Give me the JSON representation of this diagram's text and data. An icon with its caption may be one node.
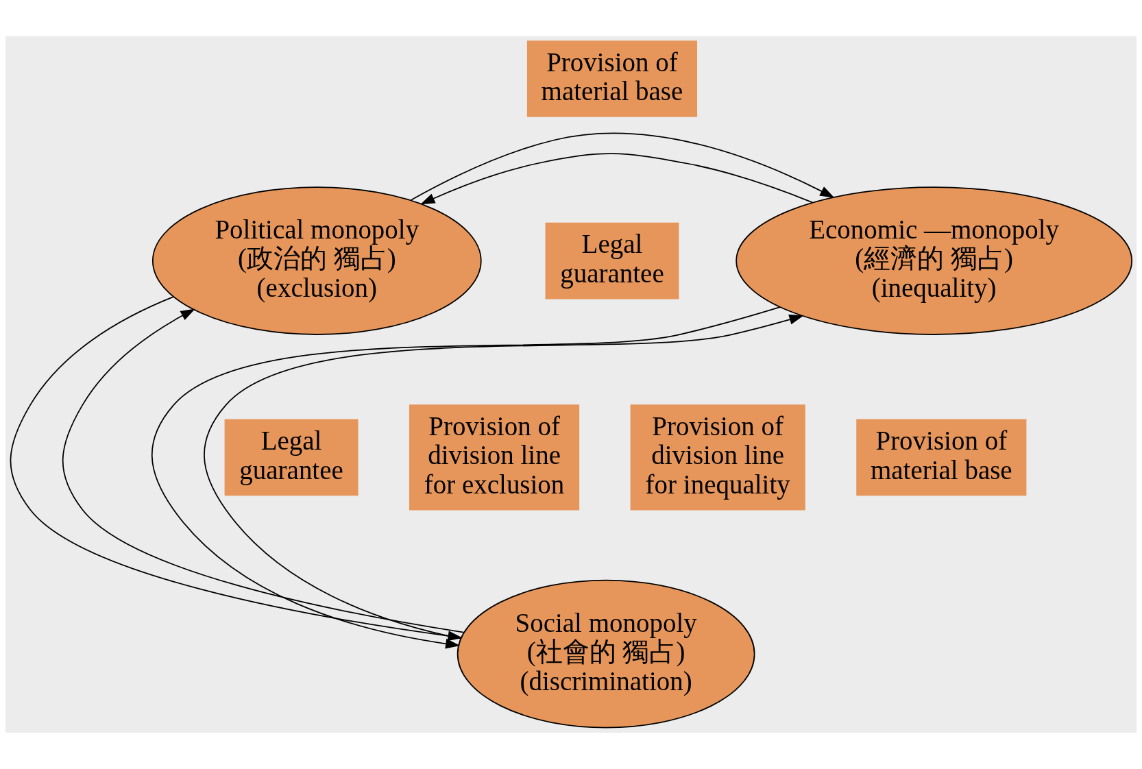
{
  "diagram": {
    "nodes": [
      {
        "text": [
          "Provision of material base"
        ]
      },
      {
        "text": [
          "Political monopoly",
          "(政治的 獨占)",
          "(exclusion)"
        ]
      },
      {
        "text": [
          "Economic —monopoly",
          "(經濟的 獨占)",
          "(inequality)"
        ]
      },
      {
        "text": [
          "Legal guarantee"
        ]
      },
      {
        "text": [
          "Provision of division line for exclusion"
        ]
      },
      {
        "text": [
          "Provision of division line for inequality"
        ]
      },
      {
        "text": [
          "Legal guarantee"
        ]
      },
      {
        "text": [
          "Provision of material base"
        ]
      },
      {
        "text": [
          "Social monopoly",
          "(社會的 獨占)",
          "(discrimination)"
        ]
      }
    ],
    "edges": [
      {
        "from": 2,
        "to": 1,
        "arrow": "to"
      },
      {
        "from": 1,
        "to": 2,
        "arrow": "to"
      },
      {
        "from": 8,
        "to": 1,
        "arrow": "to"
      },
      {
        "from": 1,
        "to": 8,
        "arrow": "to"
      },
      {
        "from": 8,
        "to": 2,
        "arrow": "to"
      },
      {
        "from": 2,
        "to": 8,
        "arrow": "to"
      }
    ]
  }
}
